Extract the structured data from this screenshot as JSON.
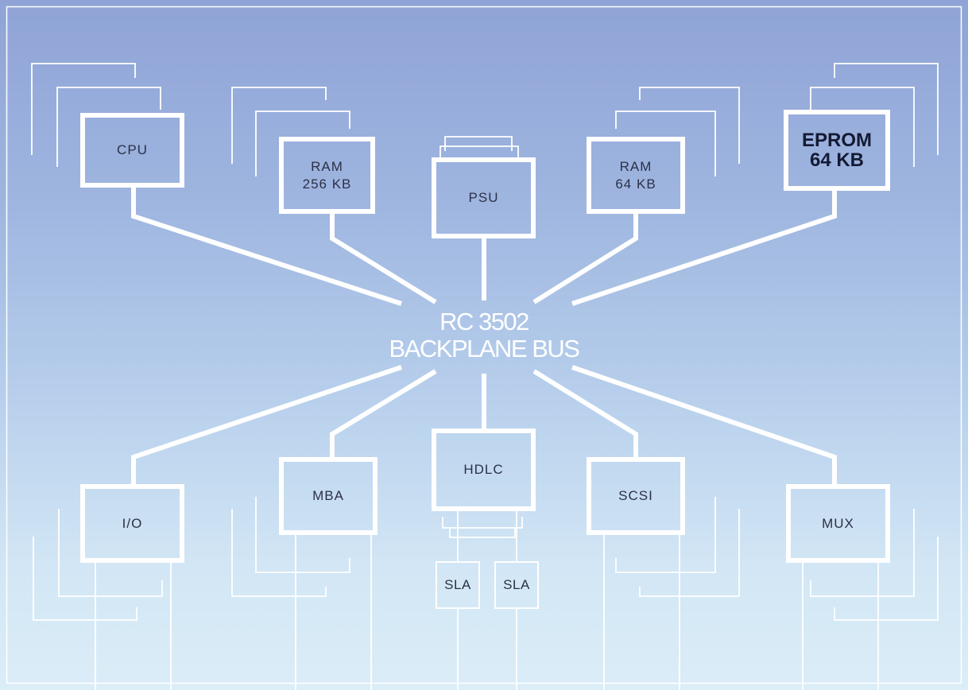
{
  "bus": {
    "line1": "RC 3502",
    "line2": "BACKPLANE BUS"
  },
  "modules": {
    "cpu": "CPU",
    "ram256": "RAM\n256 KB",
    "psu": "PSU",
    "ram64": "RAM\n64 KB",
    "eprom": "EPROM\n64 KB",
    "io": "I/O",
    "mba": "MBA",
    "hdlc": "HDLC",
    "scsi": "SCSI",
    "mux": "MUX",
    "sla1": "SLA",
    "sla2": "SLA"
  },
  "colors": {
    "line": "#ffffff",
    "text": "#2b3148",
    "emphasis_text": "#141a33",
    "background_top": "#8fa3d6",
    "background_bottom": "#dbedf7"
  }
}
